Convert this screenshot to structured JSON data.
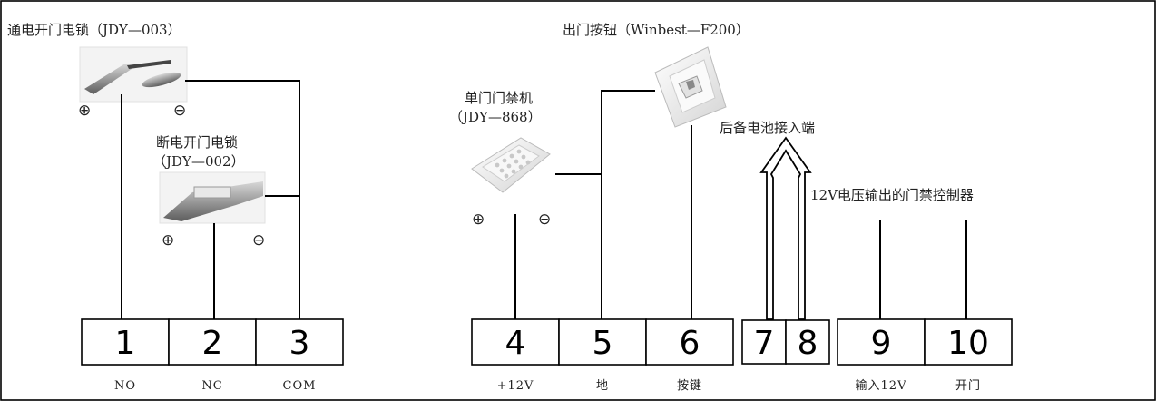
{
  "devices": {
    "lock_no": {
      "title": "通电开门电锁（JDY—003）",
      "plus": "⊕",
      "minus": "⊖"
    },
    "lock_nc": {
      "title_line1": "断电开门电锁",
      "title_line2": "（JDY—002）",
      "plus": "⊕",
      "minus": "⊖"
    },
    "exit_button": {
      "title": "出门按钮（Winbest—F200）"
    },
    "access_controller": {
      "title_line1": "单门门禁机",
      "title_line2": "（JDY—868）",
      "plus": "⊕",
      "minus": "⊖"
    },
    "backup_battery": {
      "title": "后备电池接入端"
    },
    "ext_controller": {
      "title": "12V电压输出的门禁控制器"
    }
  },
  "terminal_groups": [
    {
      "terminals": [
        {
          "number": "1",
          "label": "NO"
        },
        {
          "number": "2",
          "label": "NC"
        },
        {
          "number": "3",
          "label": "COM"
        }
      ]
    },
    {
      "terminals": [
        {
          "number": "4",
          "label": "+12V"
        },
        {
          "number": "5",
          "label": "地"
        },
        {
          "number": "6",
          "label": "按键"
        }
      ]
    },
    {
      "terminals": [
        {
          "number": "7",
          "label": ""
        },
        {
          "number": "8",
          "label": ""
        }
      ]
    },
    {
      "terminals": [
        {
          "number": "9",
          "label": "输入12V"
        },
        {
          "number": "10",
          "label": "开门"
        }
      ]
    }
  ]
}
